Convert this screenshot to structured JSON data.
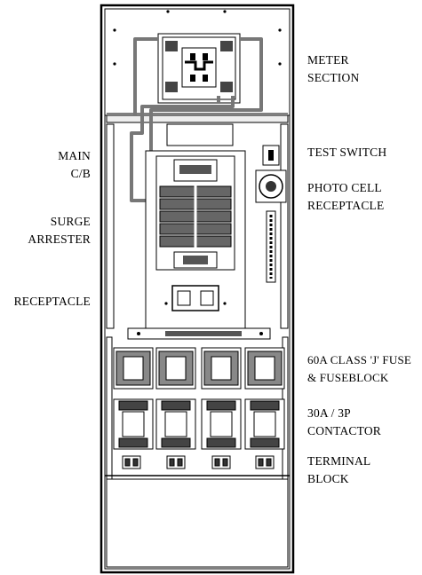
{
  "labels": {
    "meter_section": [
      "METER",
      "SECTION"
    ],
    "test_switch": "TEST SWITCH",
    "photo_cell": [
      "PHOTO CELL",
      "RECEPTACLE"
    ],
    "main_cb": [
      "MAIN",
      "C/B"
    ],
    "surge_arrester": [
      "SURGE",
      "ARRESTER"
    ],
    "receptacle": "RECEPTACLE",
    "fuse": [
      "60A CLASS 'J' FUSE",
      "& FUSEBLOCK"
    ],
    "contactor": [
      "30A / 3P",
      "CONTACTOR"
    ],
    "terminal_block": [
      "TERMINAL",
      "BLOCK"
    ]
  }
}
